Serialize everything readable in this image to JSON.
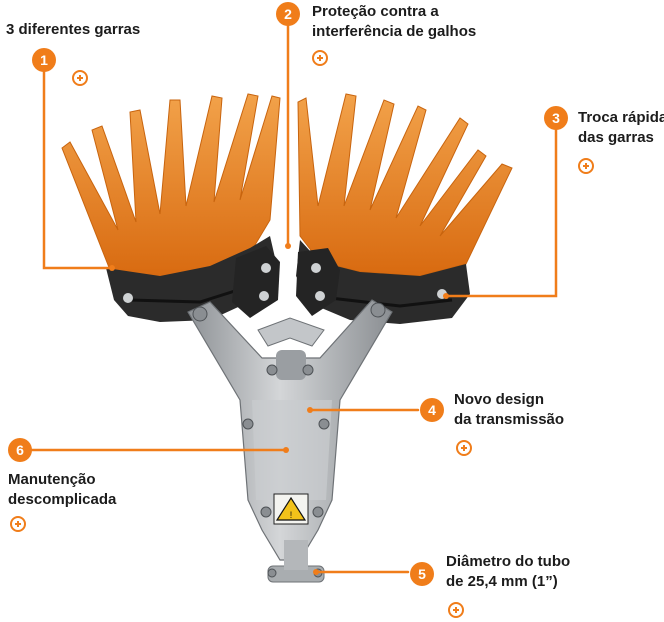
{
  "colors": {
    "accent": "#f07d1a",
    "text": "#1c1c1c",
    "claw": "#e8801f",
    "metal": "#b9bcbf",
    "dark": "#2a2a2a"
  },
  "callouts": [
    {
      "number": "1",
      "label": "3 diferentes garras"
    },
    {
      "number": "2",
      "label": "Proteção contra a\ninterferência de galhos"
    },
    {
      "number": "3",
      "label": "Troca rápida\ndas garras"
    },
    {
      "number": "4",
      "label": "Novo design\nda transmissão"
    },
    {
      "number": "5",
      "label": "Diâmetro do tubo\nde 25,4 mm (1”)"
    },
    {
      "number": "6",
      "label": "Manutenção\ndescomplicada"
    }
  ],
  "icons": {
    "expand": "plus-circle-icon",
    "warning": "warning-sign-icon"
  }
}
